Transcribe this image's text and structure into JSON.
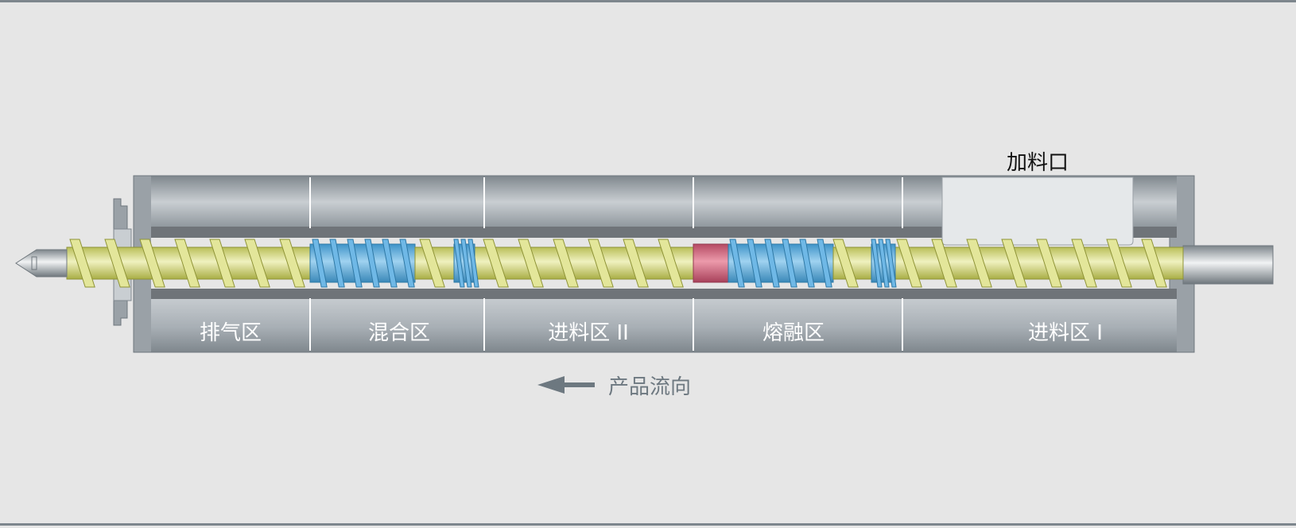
{
  "diagram": {
    "feed_port_label": "加料口",
    "flow_label": "产品流向",
    "zones": [
      {
        "label": "排气区"
      },
      {
        "label": "混合区"
      },
      {
        "label": "进料区 II"
      },
      {
        "label": "熔融区"
      },
      {
        "label": "进料区 I"
      }
    ]
  },
  "colors": {
    "background": "#e6e6e6",
    "barrel": "#a6adb3",
    "barrel_highlight": "#cdd2d6",
    "barrel_liner": "#6f7479",
    "screw_conveying": "#e2e59a",
    "screw_mixing": "#5aaee0",
    "screw_melting": "#d9607a",
    "label_white": "#ffffff",
    "label_dark": "#111111",
    "flow_arrow": "#6d7880"
  }
}
